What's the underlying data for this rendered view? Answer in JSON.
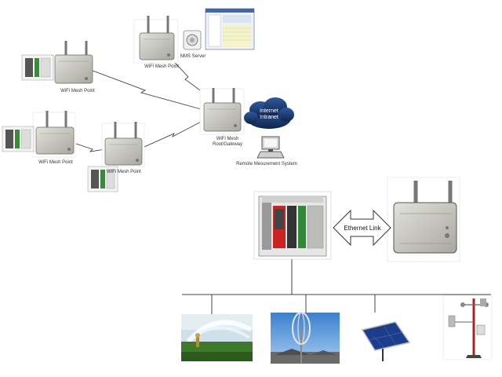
{
  "labels": {
    "mesh_top": "WiFi Mesh Point",
    "nms": "NMS Server",
    "mesh_left": "WiFi Mesh Point",
    "gateway_line1": "WiFi Mesh",
    "gateway_line2": "Root/Gateway",
    "cloud_line1": "Internet",
    "cloud_line2": "Intranet",
    "remote": "Remote Mesurement System",
    "mesh_bottom_left": "WiFi Mesh Point",
    "mesh_bottom_mid": "WiFi Mesh Point",
    "ethernet": "Ethernet Link"
  },
  "icons": {
    "mesh_radio": "outdoor-mesh-radio-with-antennas",
    "plc": "plc-controller",
    "server": "server-monitor",
    "cloud": "internet-cloud",
    "computer": "desktop-computer",
    "sprinkler": "irrigation-sprinkler-photo",
    "wind_turbine": "vertical-wind-turbine-photo",
    "solar": "solar-panel-photo",
    "weather": "weather-station"
  },
  "colors": {
    "cloud": "#1e3a6e",
    "line": "#333333",
    "radio_body": "#c8c8c0"
  }
}
